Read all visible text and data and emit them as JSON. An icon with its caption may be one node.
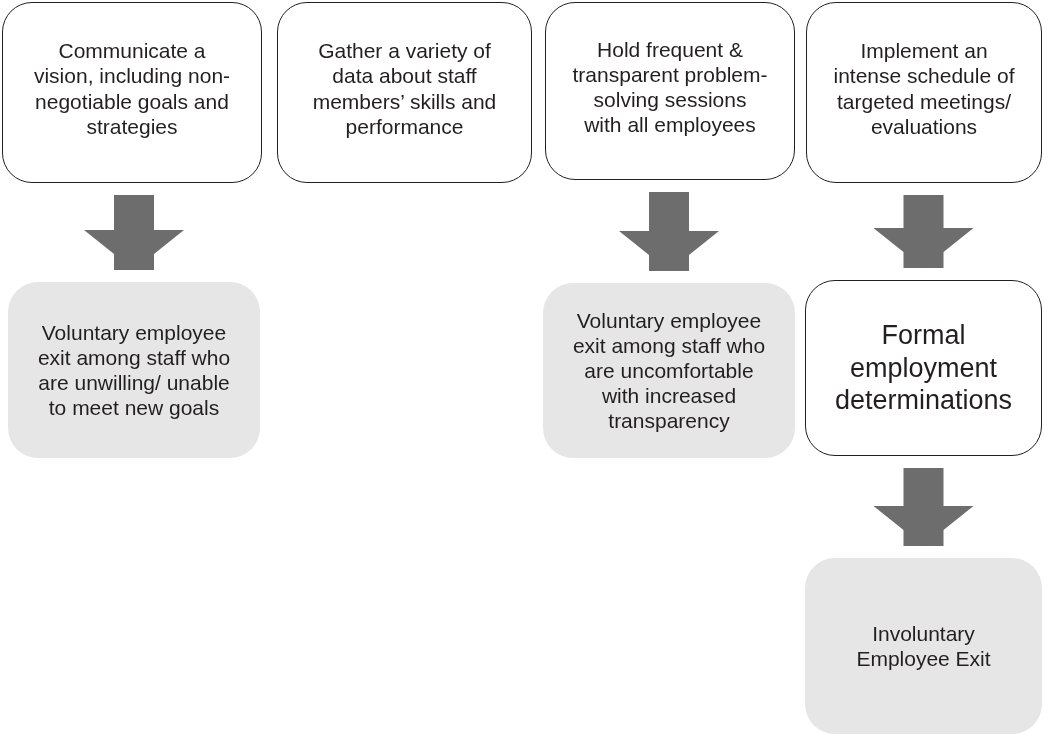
{
  "diagram": {
    "nodes": [
      {
        "text": [
          "Communicate a vision, including non-negotiable goals and strategies"
        ]
      },
      {
        "text": [
          "Gather a variety of data about staff members’ skills and performance"
        ]
      },
      {
        "text": [
          "Hold frequent & transparent problem-solving sessions with all employees"
        ]
      },
      {
        "text": [
          "Implement an intense schedule of targeted meetings/ evaluations"
        ]
      },
      {
        "text": [
          "Voluntary employee exit among staff who are unwilling/ unable to meet new goals"
        ]
      },
      {
        "text": [
          "Voluntary employee exit among staff who are uncomfortable with increased transparency"
        ]
      },
      {
        "text": [
          "Formal employment determinations"
        ]
      },
      {
        "text": [
          "Involuntary Employee Exit"
        ]
      }
    ],
    "edges": [
      {
        "from": 0,
        "to": 4,
        "arrow": "to"
      },
      {
        "from": 2,
        "to": 5,
        "arrow": "to"
      },
      {
        "from": 3,
        "to": 6,
        "arrow": "to"
      },
      {
        "from": 6,
        "to": 7,
        "arrow": "to"
      }
    ]
  }
}
